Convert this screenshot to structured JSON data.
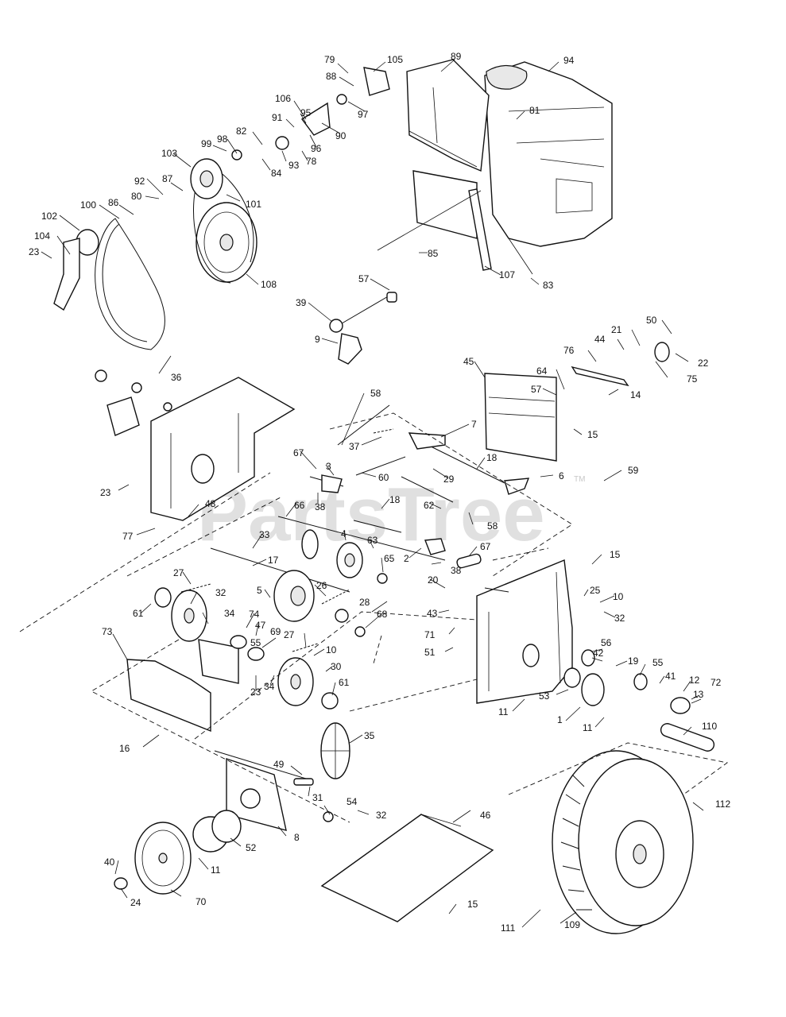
{
  "watermark": {
    "text": "PartsTree",
    "trademark": "TM"
  },
  "callouts": [
    {
      "id": "c79",
      "text": "79"
    },
    {
      "id": "c105",
      "text": "105"
    },
    {
      "id": "c89",
      "text": "89"
    },
    {
      "id": "c94",
      "text": "94"
    },
    {
      "id": "c88",
      "text": "88"
    },
    {
      "id": "c106",
      "text": "106"
    },
    {
      "id": "c95",
      "text": "95"
    },
    {
      "id": "c91",
      "text": "91"
    },
    {
      "id": "c97",
      "text": "97"
    },
    {
      "id": "c81",
      "text": "81"
    },
    {
      "id": "c82",
      "text": "82"
    },
    {
      "id": "c90",
      "text": "90"
    },
    {
      "id": "c96",
      "text": "96"
    },
    {
      "id": "c99",
      "text": "99"
    },
    {
      "id": "c98",
      "text": "98"
    },
    {
      "id": "c93",
      "text": "93"
    },
    {
      "id": "c78",
      "text": "78"
    },
    {
      "id": "c84",
      "text": "84"
    },
    {
      "id": "c103",
      "text": "103"
    },
    {
      "id": "c92",
      "text": "92"
    },
    {
      "id": "c87",
      "text": "87"
    },
    {
      "id": "c80",
      "text": "80"
    },
    {
      "id": "c101",
      "text": "101"
    },
    {
      "id": "c100",
      "text": "100"
    },
    {
      "id": "c86",
      "text": "86"
    },
    {
      "id": "c102",
      "text": "102"
    },
    {
      "id": "c104",
      "text": "104"
    },
    {
      "id": "c23a",
      "text": "23"
    },
    {
      "id": "c85",
      "text": "85"
    },
    {
      "id": "c107",
      "text": "107"
    },
    {
      "id": "c83",
      "text": "83"
    },
    {
      "id": "c108",
      "text": "108"
    },
    {
      "id": "c57a",
      "text": "57"
    },
    {
      "id": "c39",
      "text": "39"
    },
    {
      "id": "c9",
      "text": "9"
    },
    {
      "id": "c50",
      "text": "50"
    },
    {
      "id": "c21",
      "text": "21"
    },
    {
      "id": "c44",
      "text": "44"
    },
    {
      "id": "c76",
      "text": "76"
    },
    {
      "id": "c22",
      "text": "22"
    },
    {
      "id": "c45",
      "text": "45"
    },
    {
      "id": "c64",
      "text": "64"
    },
    {
      "id": "c75",
      "text": "75"
    },
    {
      "id": "c57b",
      "text": "57"
    },
    {
      "id": "c14",
      "text": "14"
    },
    {
      "id": "c36",
      "text": "36"
    },
    {
      "id": "c58a",
      "text": "58"
    },
    {
      "id": "c7",
      "text": "7"
    },
    {
      "id": "c15a",
      "text": "15"
    },
    {
      "id": "c37",
      "text": "37"
    },
    {
      "id": "c67a",
      "text": "67"
    },
    {
      "id": "c3",
      "text": "3"
    },
    {
      "id": "c18a",
      "text": "18"
    },
    {
      "id": "c60",
      "text": "60"
    },
    {
      "id": "c29",
      "text": "29"
    },
    {
      "id": "c59",
      "text": "59"
    },
    {
      "id": "c6",
      "text": "6"
    },
    {
      "id": "c23b",
      "text": "23"
    },
    {
      "id": "c66",
      "text": "66"
    },
    {
      "id": "c38a",
      "text": "38"
    },
    {
      "id": "c18b",
      "text": "18"
    },
    {
      "id": "c62",
      "text": "62"
    },
    {
      "id": "c48",
      "text": "48"
    },
    {
      "id": "c58b",
      "text": "58"
    },
    {
      "id": "c77",
      "text": "77"
    },
    {
      "id": "c4",
      "text": "4"
    },
    {
      "id": "c63",
      "text": "63"
    },
    {
      "id": "c33",
      "text": "33"
    },
    {
      "id": "c2",
      "text": "2"
    },
    {
      "id": "c67b",
      "text": "67"
    },
    {
      "id": "c17",
      "text": "17"
    },
    {
      "id": "c65",
      "text": "65"
    },
    {
      "id": "c38b",
      "text": "38"
    },
    {
      "id": "c15b",
      "text": "15"
    },
    {
      "id": "c27a",
      "text": "27"
    },
    {
      "id": "c20",
      "text": "20"
    },
    {
      "id": "c26",
      "text": "26"
    },
    {
      "id": "c25",
      "text": "25"
    },
    {
      "id": "c32a",
      "text": "32"
    },
    {
      "id": "c10a",
      "text": "10"
    },
    {
      "id": "c5",
      "text": "5"
    },
    {
      "id": "c28",
      "text": "28"
    },
    {
      "id": "c43",
      "text": "43"
    },
    {
      "id": "c61a",
      "text": "61"
    },
    {
      "id": "c34a",
      "text": "34"
    },
    {
      "id": "c74",
      "text": "74"
    },
    {
      "id": "c32b",
      "text": "32"
    },
    {
      "id": "c68",
      "text": "68"
    },
    {
      "id": "c47",
      "text": "47"
    },
    {
      "id": "c56",
      "text": "56"
    },
    {
      "id": "c73",
      "text": "73"
    },
    {
      "id": "c69",
      "text": "69"
    },
    {
      "id": "c27b",
      "text": "27"
    },
    {
      "id": "c71",
      "text": "71"
    },
    {
      "id": "c42",
      "text": "42"
    },
    {
      "id": "c55a",
      "text": "55"
    },
    {
      "id": "c10b",
      "text": "10"
    },
    {
      "id": "c19",
      "text": "19"
    },
    {
      "id": "c55b",
      "text": "55"
    },
    {
      "id": "c51",
      "text": "51"
    },
    {
      "id": "c30",
      "text": "30"
    },
    {
      "id": "c41",
      "text": "41"
    },
    {
      "id": "c12",
      "text": "12"
    },
    {
      "id": "c72",
      "text": "72"
    },
    {
      "id": "c23c",
      "text": "23"
    },
    {
      "id": "c34b",
      "text": "34"
    },
    {
      "id": "c61b",
      "text": "61"
    },
    {
      "id": "c53",
      "text": "53"
    },
    {
      "id": "c13",
      "text": "13"
    },
    {
      "id": "c11a",
      "text": "11"
    },
    {
      "id": "c1",
      "text": "1"
    },
    {
      "id": "c11b",
      "text": "11"
    },
    {
      "id": "c16",
      "text": "16"
    },
    {
      "id": "c110",
      "text": "110"
    },
    {
      "id": "c35",
      "text": "35"
    },
    {
      "id": "c49",
      "text": "49"
    },
    {
      "id": "c31",
      "text": "31"
    },
    {
      "id": "c54",
      "text": "54"
    },
    {
      "id": "c46",
      "text": "46"
    },
    {
      "id": "c32c",
      "text": "32"
    },
    {
      "id": "c112",
      "text": "112"
    },
    {
      "id": "c8",
      "text": "8"
    },
    {
      "id": "c52",
      "text": "52"
    },
    {
      "id": "c40",
      "text": "40"
    },
    {
      "id": "c11c",
      "text": "11"
    },
    {
      "id": "c24",
      "text": "24"
    },
    {
      "id": "c70",
      "text": "70"
    },
    {
      "id": "c15c",
      "text": "15"
    },
    {
      "id": "c111",
      "text": "111"
    },
    {
      "id": "c109",
      "text": "109"
    }
  ]
}
